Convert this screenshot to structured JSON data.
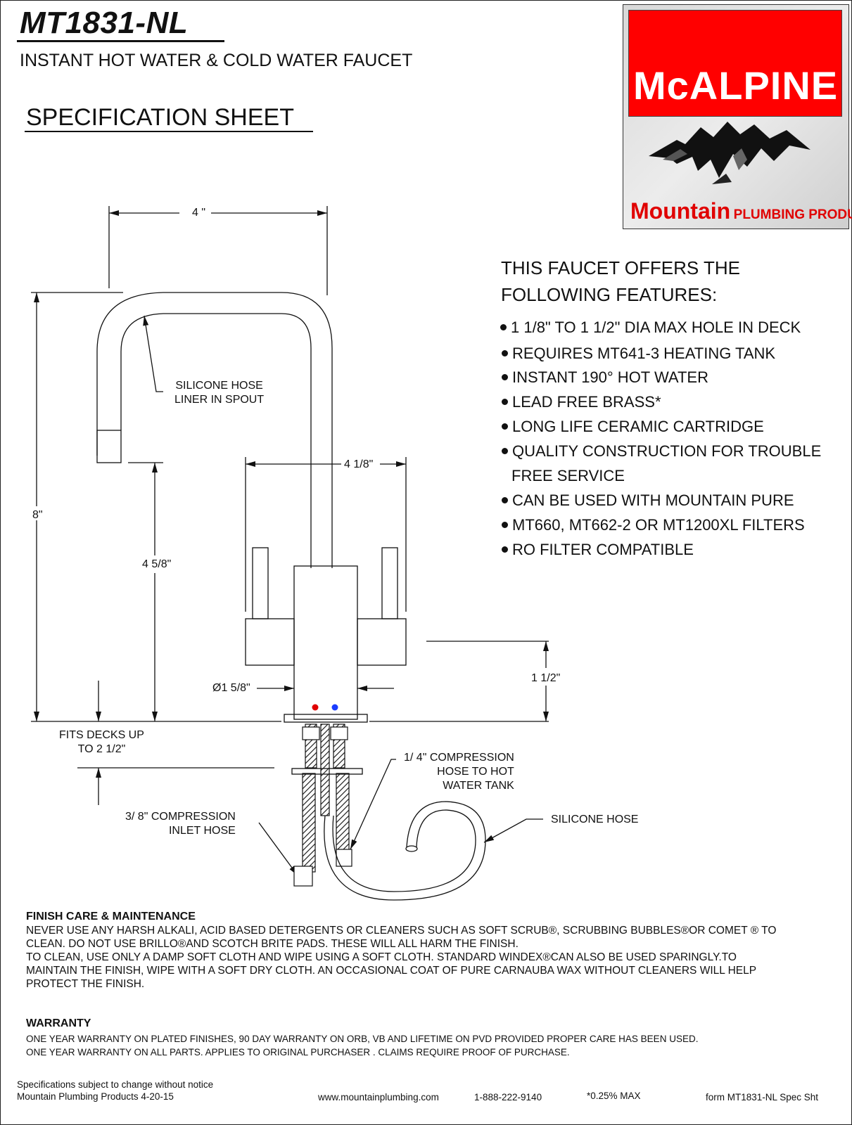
{
  "header": {
    "model": "MT1831-NL",
    "product": "INSTANT HOT WATER & COLD WATER FAUCET",
    "doc_type": "SPECIFICATION SHEET"
  },
  "logo": {
    "brand": "McALPINE",
    "sub_large": "Mountain",
    "sub_small": "PLUMBING PRODUCTS",
    "colors": {
      "red": "#ff0000",
      "gray": "#d9d9d9"
    }
  },
  "features": {
    "heading_line1": "THIS FAUCET OFFERS THE",
    "heading_line2": "FOLLOWING FEATURES:",
    "items": [
      "1 1/8\" TO 1 1/2\" DIA MAX HOLE IN DECK",
      "REQUIRES MT641-3 HEATING TANK",
      "INSTANT 190° HOT WATER",
      "LEAD FREE BRASS*",
      "LONG LIFE CERAMIC CARTRIDGE",
      "QUALITY CONSTRUCTION FOR TROUBLE",
      "FREE SERVICE",
      "CAN BE USED WITH MOUNTAIN PURE",
      "MT660, MT662-2 OR MT1200XL FILTERS",
      "RO FILTER COMPATIBLE"
    ]
  },
  "drawing": {
    "dim_spout_reach": "4 \"",
    "dim_height": "8\"",
    "dim_handle_span": "4 1/8\"",
    "dim_handle_height": "4 5/8\"",
    "dim_base_height": "1 1/2\"",
    "dim_base_dia": "Ø1 5/8\"",
    "note_liner_1": "SILICONE HOSE",
    "note_liner_2": "LINER IN SPOUT",
    "note_deck_1": "FITS DECKS UP",
    "note_deck_2": "TO 2 1/2\"",
    "note_hot_1": "1/ 4\" COMPRESSION",
    "note_hot_2": "HOSE TO HOT",
    "note_hot_3": "WATER TANK",
    "note_inlet_1": "3/ 8\" COMPRESSION",
    "note_inlet_2": "INLET HOSE",
    "note_silicone": "SILICONE HOSE",
    "colors": {
      "hot_dot": "#e00000",
      "cold_dot": "#1a3cff"
    }
  },
  "care": {
    "heading": "FINISH CARE & MAINTENANCE",
    "line1": "NEVER USE ANY HARSH ALKALI, ACID BASED DETERGENTS OR CLEANERS SUCH AS SOFT SCRUB®, SCRUBBING BUBBLES®OR COMET ® TO",
    "line2": "CLEAN. DO NOT USE BRILLO®AND SCOTCH BRITE   PADS. THESE WILL ALL HARM THE FINISH.",
    "line3": " TO CLEAN, USE ONLY A DAMP SOFT CLOTH AND WIPE USING A SOFT CLOTH. STANDARD WINDEX®CAN ALSO BE USED SPARINGLY.TO",
    "line4": "MAINTAIN THE FINISH, WIPE WITH A SOFT DRY CLOTH. AN OCCASIONAL COAT OF PURE CARNAUBA WAX WITHOUT CLEANERS WILL HELP",
    "line5": "PROTECT THE FINISH."
  },
  "warranty": {
    "heading": "WARRANTY",
    "line1": "ONE YEAR WARRANTY ON PLATED FINISHES, 90 DAY WARRANTY ON ORB,  VB AND LIFETIME ON PVD PROVIDED PROPER CARE HAS BEEN USED.",
    "line2": "ONE YEAR WARRANTY ON ALL PARTS.  APPLIES TO ORIGINAL PURCHASER . CLAIMS REQUIRE PROOF OF PURCHASE."
  },
  "footer": {
    "notice": "Specifications subject to change without notice",
    "company_date": "Mountain Plumbing Products 4-20-15",
    "website": "www.mountainplumbing.com",
    "phone": "1-888-222-9140",
    "lead_note": "*0.25% MAX",
    "form": "form MT1831-NL Spec Sht"
  }
}
